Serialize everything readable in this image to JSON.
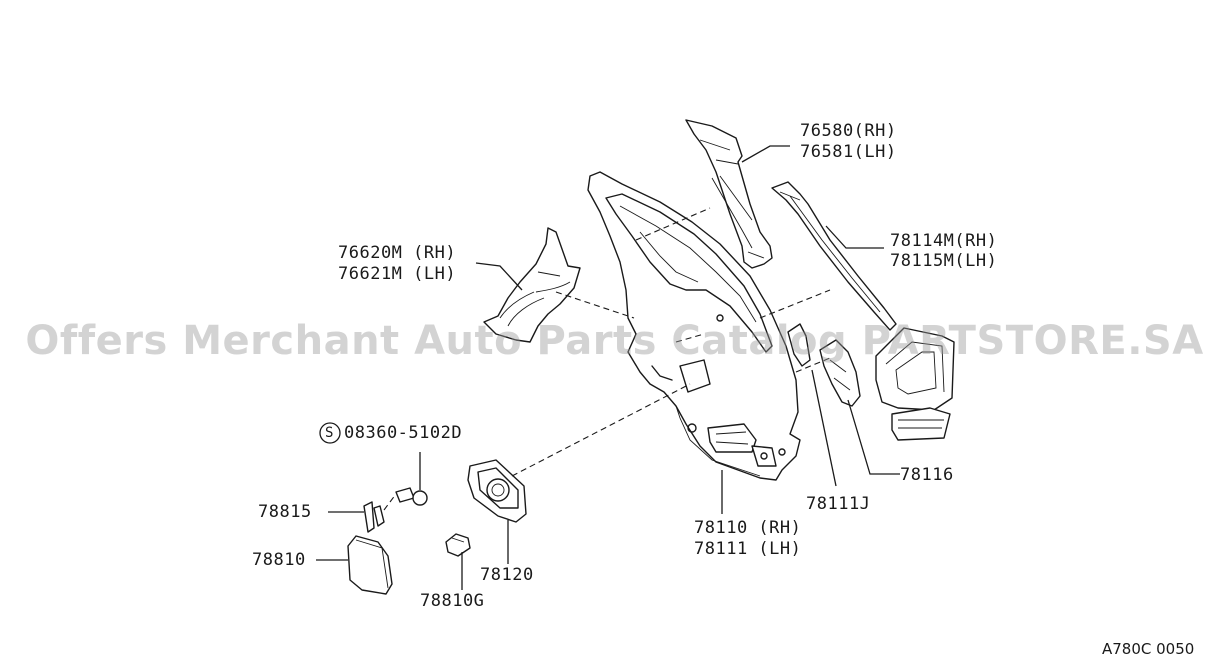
{
  "diagram": {
    "part_labels": {
      "p76580": [
        "76580(RH)",
        "76581(LH)"
      ],
      "p78114": [
        "78114M(RH)",
        "78115M(LH)"
      ],
      "p76620": [
        "76620M (RH)",
        "76621M (LH)"
      ],
      "p08360": "08360-5102D",
      "p78815": "78815",
      "p78810": "78810",
      "p78810g": "78810G",
      "p78120": "78120",
      "p78110": [
        "78110 (RH)",
        "78111 (LH)"
      ],
      "p78111j": "78111J",
      "p78116": "78116"
    },
    "screw_symbol": "S",
    "watermark": "Offers Merchant Auto Parts Catalog PARTSTORE.SA",
    "figure_code": "A780C 0050",
    "colors": {
      "line": "#1a1a1a",
      "background": "#ffffff",
      "watermark": "#969696"
    }
  }
}
